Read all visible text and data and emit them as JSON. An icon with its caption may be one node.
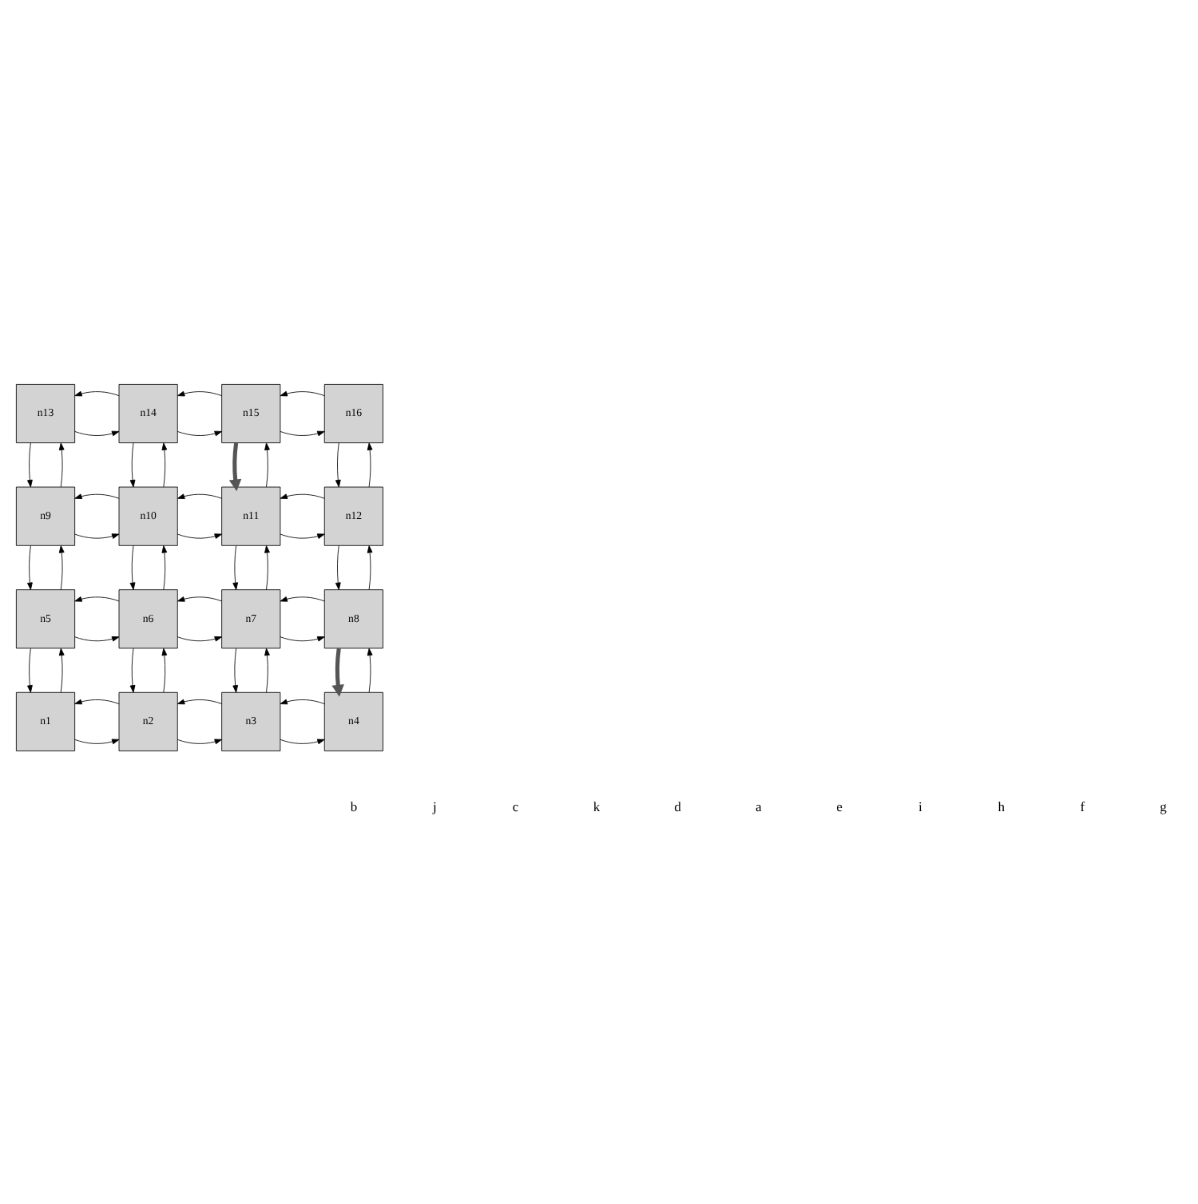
{
  "diagram": {
    "nodes": [
      {
        "text": [
          "n13"
        ]
      },
      {
        "text": [
          "n14"
        ]
      },
      {
        "text": [
          "n15"
        ]
      },
      {
        "text": [
          "n16"
        ]
      },
      {
        "text": [
          "n9"
        ]
      },
      {
        "text": [
          "n10"
        ]
      },
      {
        "text": [
          "n11"
        ]
      },
      {
        "text": [
          "n12"
        ]
      },
      {
        "text": [
          "n5"
        ]
      },
      {
        "text": [
          "n6"
        ]
      },
      {
        "text": [
          "n7"
        ]
      },
      {
        "text": [
          "n8"
        ]
      },
      {
        "text": [
          "n1"
        ]
      },
      {
        "text": [
          "n2"
        ]
      },
      {
        "text": [
          "n3"
        ]
      },
      {
        "text": [
          "n4"
        ]
      }
    ],
    "edges": [
      {
        "from": 0,
        "to": 1,
        "arrow": "to"
      },
      {
        "from": 1,
        "to": 0,
        "arrow": "to"
      },
      {
        "from": 1,
        "to": 2,
        "arrow": "to"
      },
      {
        "from": 2,
        "to": 1,
        "arrow": "to"
      },
      {
        "from": 2,
        "to": 3,
        "arrow": "to"
      },
      {
        "from": 3,
        "to": 2,
        "arrow": "to"
      },
      {
        "from": 4,
        "to": 5,
        "arrow": "to"
      },
      {
        "from": 5,
        "to": 4,
        "arrow": "to"
      },
      {
        "from": 5,
        "to": 6,
        "arrow": "to"
      },
      {
        "from": 6,
        "to": 5,
        "arrow": "to"
      },
      {
        "from": 6,
        "to": 7,
        "arrow": "to"
      },
      {
        "from": 7,
        "to": 6,
        "arrow": "to"
      },
      {
        "from": 8,
        "to": 9,
        "arrow": "to"
      },
      {
        "from": 9,
        "to": 8,
        "arrow": "to"
      },
      {
        "from": 9,
        "to": 10,
        "arrow": "to"
      },
      {
        "from": 10,
        "to": 9,
        "arrow": "to"
      },
      {
        "from": 10,
        "to": 11,
        "arrow": "to"
      },
      {
        "from": 11,
        "to": 10,
        "arrow": "to"
      },
      {
        "from": 12,
        "to": 13,
        "arrow": "to"
      },
      {
        "from": 13,
        "to": 12,
        "arrow": "to"
      },
      {
        "from": 13,
        "to": 14,
        "arrow": "to"
      },
      {
        "from": 14,
        "to": 13,
        "arrow": "to"
      },
      {
        "from": 14,
        "to": 15,
        "arrow": "to"
      },
      {
        "from": 15,
        "to": 14,
        "arrow": "to"
      },
      {
        "from": 4,
        "to": 0,
        "arrow": "to"
      },
      {
        "from": 0,
        "to": 4,
        "arrow": "to"
      },
      {
        "from": 8,
        "to": 4,
        "arrow": "to"
      },
      {
        "from": 4,
        "to": 8,
        "arrow": "to"
      },
      {
        "from": 12,
        "to": 8,
        "arrow": "to"
      },
      {
        "from": 8,
        "to": 12,
        "arrow": "to"
      },
      {
        "from": 5,
        "to": 1,
        "arrow": "to"
      },
      {
        "from": 1,
        "to": 5,
        "arrow": "to"
      },
      {
        "from": 9,
        "to": 5,
        "arrow": "to"
      },
      {
        "from": 5,
        "to": 9,
        "arrow": "to"
      },
      {
        "from": 13,
        "to": 9,
        "arrow": "to"
      },
      {
        "from": 9,
        "to": 13,
        "arrow": "to"
      },
      {
        "from": 6,
        "to": 2,
        "arrow": "to"
      },
      {
        "from": 2,
        "to": 6,
        "arrow": "to",
        "style": "thick",
        "color": "#555555"
      },
      {
        "from": 10,
        "to": 6,
        "arrow": "to"
      },
      {
        "from": 6,
        "to": 10,
        "arrow": "to"
      },
      {
        "from": 14,
        "to": 10,
        "arrow": "to"
      },
      {
        "from": 10,
        "to": 14,
        "arrow": "to"
      },
      {
        "from": 7,
        "to": 3,
        "arrow": "to"
      },
      {
        "from": 3,
        "to": 7,
        "arrow": "to"
      },
      {
        "from": 11,
        "to": 7,
        "arrow": "to"
      },
      {
        "from": 7,
        "to": 11,
        "arrow": "to"
      },
      {
        "from": 15,
        "to": 11,
        "arrow": "to"
      },
      {
        "from": 11,
        "to": 15,
        "arrow": "to",
        "style": "thick",
        "color": "#555555"
      }
    ],
    "labels": [
      "b",
      "j",
      "c",
      "k",
      "d",
      "a",
      "e",
      "i",
      "h",
      "f",
      "g"
    ]
  }
}
